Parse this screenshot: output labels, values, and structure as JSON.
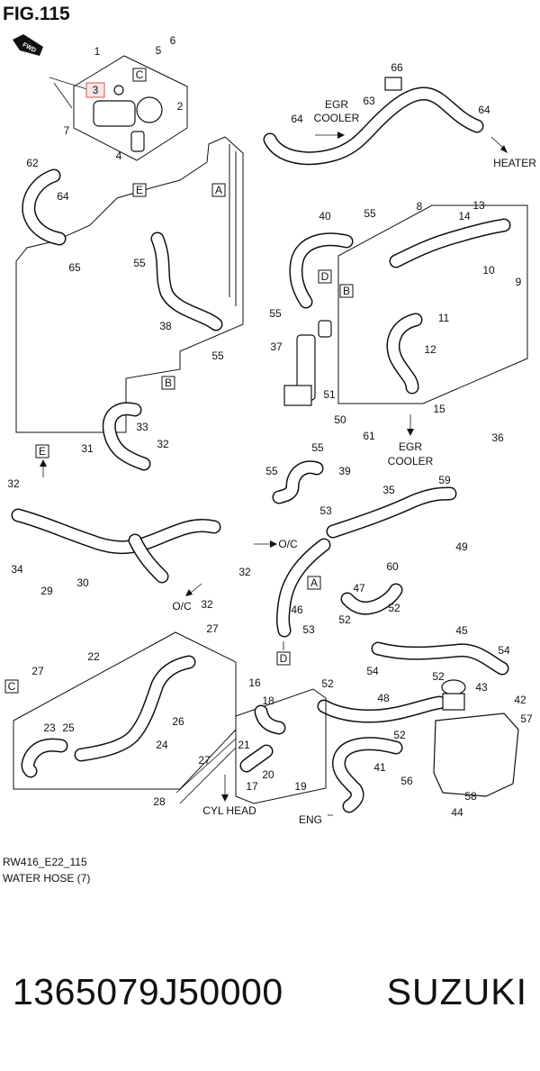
{
  "figure": {
    "title": "FIG.115",
    "fwd_label": "FWD",
    "caption_code": "RW416_E22_115",
    "caption_title": "WATER HOSE (7)"
  },
  "footer": {
    "part_number": "1365079J50000",
    "brand": "SUZUKI"
  },
  "labels": {
    "egr_cooler_top_1": "EGR",
    "egr_cooler_top_2": "COOLER",
    "heater": "HEATER",
    "egr_cooler_mid_1": "EGR",
    "egr_cooler_mid_2": "COOLER",
    "oc_1": "O/C",
    "oc_2": "O/C",
    "cyl_head": "CYL HEAD",
    "eng": "ENG"
  },
  "ref_boxes": [
    "C",
    "E",
    "A",
    "D",
    "B",
    "B",
    "E",
    "A",
    "D",
    "C"
  ],
  "highlighted_callout": "3",
  "callouts": [
    "1",
    "2",
    "3",
    "4",
    "5",
    "6",
    "7",
    "8",
    "9",
    "10",
    "11",
    "12",
    "13",
    "14",
    "15",
    "16",
    "17",
    "18",
    "19",
    "20",
    "21",
    "22",
    "23",
    "24",
    "25",
    "26",
    "27",
    "27",
    "27",
    "28",
    "29",
    "30",
    "31",
    "32",
    "32",
    "32",
    "32",
    "33",
    "34",
    "35",
    "36",
    "37",
    "38",
    "39",
    "40",
    "41",
    "42",
    "43",
    "44",
    "45",
    "46",
    "47",
    "48",
    "49",
    "50",
    "51",
    "52",
    "52",
    "52",
    "52",
    "52",
    "53",
    "53",
    "54",
    "54",
    "55",
    "55",
    "55",
    "55",
    "55",
    "55",
    "56",
    "57",
    "58",
    "59",
    "60",
    "61",
    "62",
    "63",
    "64",
    "64",
    "64",
    "65",
    "66"
  ]
}
